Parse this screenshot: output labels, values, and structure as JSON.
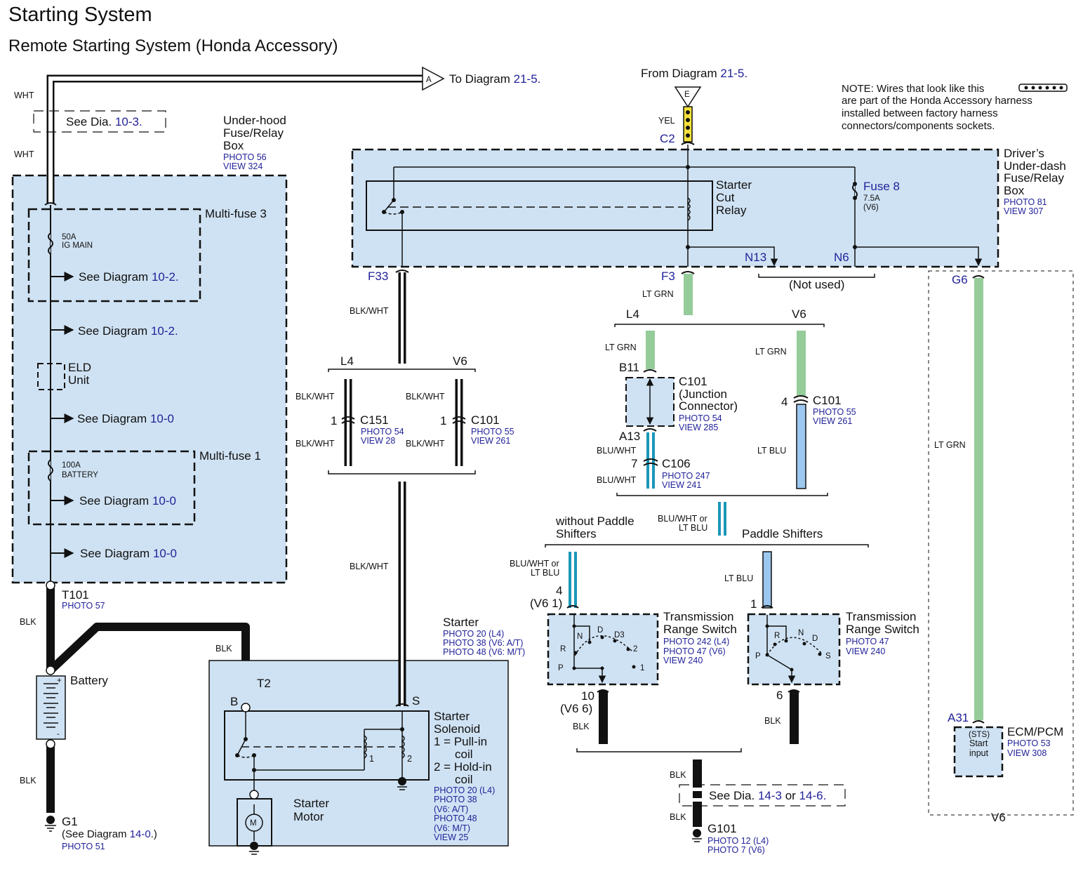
{
  "header": {
    "title": "Starting System",
    "subtitle": "Remote Starting System (Honda Accessory)"
  },
  "colors": {
    "box_fill": "#cfe2f3",
    "link": "#22229a",
    "lt_grn": "#95cc9a",
    "lt_blu": "#9cc7ef",
    "blu_wht": "#1b97b8",
    "yel": "#f5e23a"
  },
  "note": {
    "lines": [
      "NOTE: Wires that look like this",
      "are part of the Honda Accessory harness",
      "installed between factory harness",
      "connectors/components sockets."
    ]
  },
  "refs": {
    "to_a": {
      "prefix": "To Diagram ",
      "num": "21-5",
      "suffix": ".",
      "marker": "A"
    },
    "from_e": {
      "prefix": "From Diagram ",
      "num": "21-5",
      "suffix": ".",
      "marker": "E"
    },
    "see_103": {
      "prefix": "See Dia. ",
      "num": "10-3",
      "suffix": "."
    },
    "see_143": {
      "prefix": "See Dia. ",
      "num1": "14-3",
      "mid": " or ",
      "num2": "14-6",
      "suffix": "."
    }
  },
  "wires": {
    "wht": "WHT",
    "yel": "YEL",
    "blk": "BLK",
    "blk_wht": "BLK/WHT",
    "lt_grn": "LT GRN",
    "lt_blu": "LT BLU",
    "blu_wht": "BLU/WHT",
    "blu_wht_or_1": "BLU/WHT or",
    "blu_wht_or_2": "LT BLU"
  },
  "underhood": {
    "name": [
      "Under-hood",
      "Fuse/Relay",
      "Box"
    ],
    "photo": "PHOTO 56",
    "view": "VIEW 324",
    "mf3": "Multi-fuse 3",
    "fuse50a": [
      "50A",
      "IG MAIN"
    ],
    "mf1": "Multi-fuse 1",
    "fuse100a": [
      "100A",
      "BATTERY"
    ],
    "eld": [
      "ELD",
      "Unit"
    ],
    "see": [
      {
        "prefix": "See Diagram ",
        "num": "10-2",
        "suffix": "."
      },
      {
        "prefix": "See Diagram ",
        "num": "10-2",
        "suffix": "."
      },
      {
        "prefix": "See Diagram ",
        "num": "10-0",
        "suffix": ""
      },
      {
        "prefix": "See Diagram ",
        "num": "10-0",
        "suffix": ""
      },
      {
        "prefix": "See Diagram ",
        "num": "10-0",
        "suffix": ""
      }
    ]
  },
  "t101": {
    "name": "T101",
    "photo": "PHOTO 57"
  },
  "battery": {
    "name": "Battery",
    "plus": "+",
    "minus": "-"
  },
  "g1": {
    "name": "G1",
    "see_prefix": "(See Diagram ",
    "see_num": "14-0",
    "see_suffix": ".)",
    "photo": "PHOTO 51"
  },
  "drivers_box": {
    "name": [
      "Driver’s",
      "Under-dash",
      "Fuse/Relay",
      "Box"
    ],
    "photo": "PHOTO 81",
    "view": "VIEW 307",
    "relay": [
      "Starter",
      "Cut",
      "Relay"
    ],
    "fuse8": "Fuse 8",
    "fuse8_rating": "7.5A",
    "fuse8_note": "(V6)",
    "terms": {
      "c2": "C2",
      "f33": "F33",
      "f3": "F3",
      "n13": "N13",
      "n6": "N6",
      "g6": "G6"
    },
    "not_used": "(Not used)"
  },
  "variants": {
    "l4": "L4",
    "v6": "V6",
    "without_paddle": [
      "without Paddle",
      "Shifters"
    ],
    "paddle": "Paddle Shifters"
  },
  "c151": {
    "pin": "1",
    "name": "C151",
    "photo": "PHOTO 54",
    "view": "VIEW 28"
  },
  "c101_a": {
    "pin": "1",
    "name": "C101",
    "photo": "PHOTO 55",
    "view": "VIEW 261"
  },
  "c101_jc": {
    "pin_top": "B11",
    "pin_bot": "A13",
    "name": [
      "C101",
      "(Junction",
      "Connector)"
    ],
    "photo": "PHOTO 54",
    "view": "VIEW 285"
  },
  "c106": {
    "pin": "7",
    "name": "C106",
    "photo": "PHOTO 247",
    "view": "VIEW 241"
  },
  "c101_b": {
    "pin": "4",
    "name": "C101",
    "photo": "PHOTO 55",
    "view": "VIEW 261"
  },
  "starter": {
    "name": "Starter",
    "photos": [
      "PHOTO 20 (L4)",
      "PHOTO 38 (V6: A/T)",
      "PHOTO 48 (V6: M/T)"
    ],
    "t2": "T2",
    "b": "B",
    "s": "S",
    "solenoid": [
      "Starter",
      "Solenoid",
      "1 = Pull-in",
      "coil",
      "2 = Hold-in",
      "coil"
    ],
    "solenoid_refs": [
      "PHOTO 20 (L4)",
      "PHOTO 38",
      "(V6: A/T)",
      "PHOTO 48",
      "(V6: M/T)",
      "VIEW 25"
    ],
    "coil1": "1",
    "coil2": "2",
    "motor": [
      "Starter",
      "Motor"
    ],
    "motor_symbol": "M"
  },
  "trs_a": {
    "pin_top": [
      "4",
      "(V6 1)"
    ],
    "pin_bot": [
      "10",
      "(V6 6)"
    ],
    "name": [
      "Transmission",
      "Range Switch"
    ],
    "refs": [
      "PHOTO 242 (L4)",
      "PHOTO 47 (V6)",
      "VIEW 240"
    ],
    "positions": [
      "P",
      "R",
      "N",
      "D",
      "D3",
      "2",
      "1"
    ]
  },
  "trs_b": {
    "pin_top": "1",
    "pin_bot": "6",
    "name": [
      "Transmission",
      "Range Switch"
    ],
    "refs": [
      "PHOTO 47",
      "VIEW 240"
    ],
    "positions": [
      "P",
      "R",
      "N",
      "D",
      "S"
    ]
  },
  "g101": {
    "name": "G101",
    "photos": [
      "PHOTO 12 (L4)",
      "PHOTO 7 (V6)"
    ]
  },
  "ecm": {
    "pin": "A31",
    "name": "ECM/PCM",
    "inner": [
      "(STS)",
      "Start",
      "input"
    ],
    "photo": "PHOTO 53",
    "view": "VIEW 308",
    "variant": "V6"
  }
}
